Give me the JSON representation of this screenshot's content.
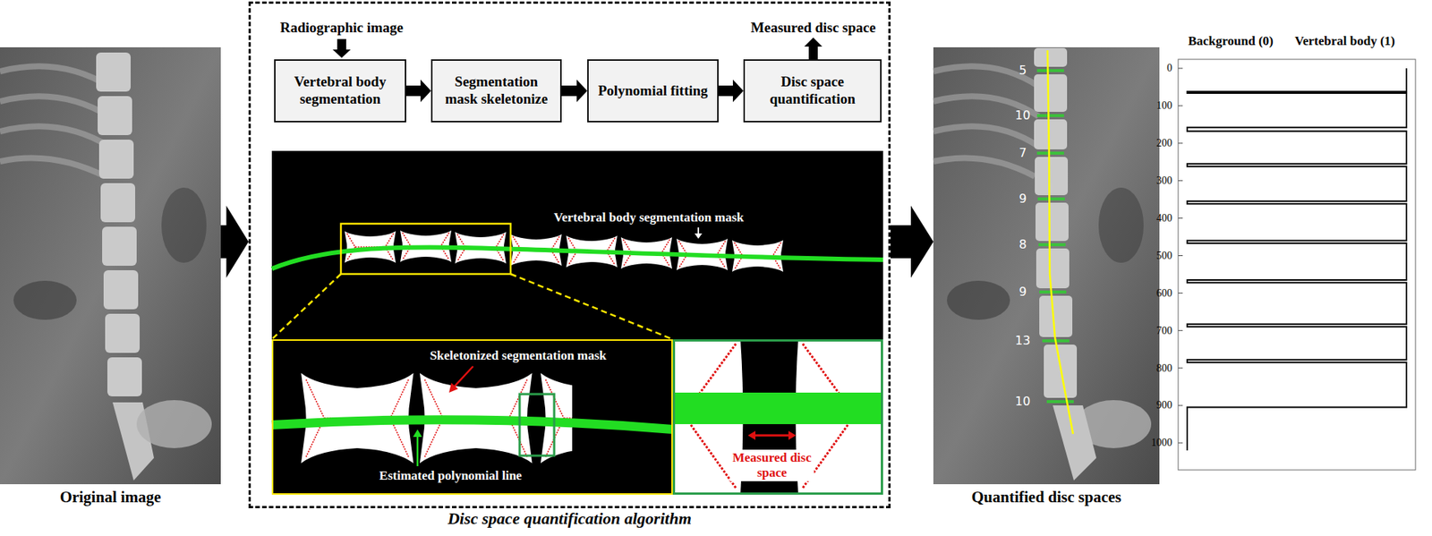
{
  "diagram": {
    "nodes": [
      {
        "text": [
          "Original image"
        ]
      },
      {
        "text": [
          "Disc space quantification algorithm"
        ]
      },
      {
        "text": [
          "Vertebral body segmentation"
        ],
        "in": 1
      },
      {
        "text": [
          "Segmentation mask skeletonize"
        ],
        "in": 1
      },
      {
        "text": [
          "Polynomial fitting"
        ],
        "in": 1
      },
      {
        "text": [
          "Disc space quantification"
        ],
        "in": 1
      },
      {
        "text": [
          "Quantified disc spaces"
        ]
      }
    ],
    "edges": [
      {
        "from": 0,
        "to": 1,
        "arrow": "to"
      },
      {
        "from": 1,
        "to": 6,
        "arrow": "to"
      },
      {
        "from": 2,
        "to": 3,
        "arrow": "to"
      },
      {
        "from": 3,
        "to": 4,
        "arrow": "to"
      },
      {
        "from": 4,
        "to": 5,
        "arrow": "to"
      }
    ],
    "labels": [
      "Radiographic image",
      "Measured disc space",
      "Vertebral body segmentation mask",
      "Skeletonized segmentation mask",
      "Estimated polynomial line",
      "Measured disc space",
      "5",
      "10",
      "7",
      "9",
      "8",
      "9",
      "13",
      "10",
      "Background (0)",
      "Vertebral body (1)",
      "0",
      "100",
      "200",
      "300",
      "400",
      "500",
      "600",
      "700",
      "800",
      "900",
      "1000"
    ]
  }
}
